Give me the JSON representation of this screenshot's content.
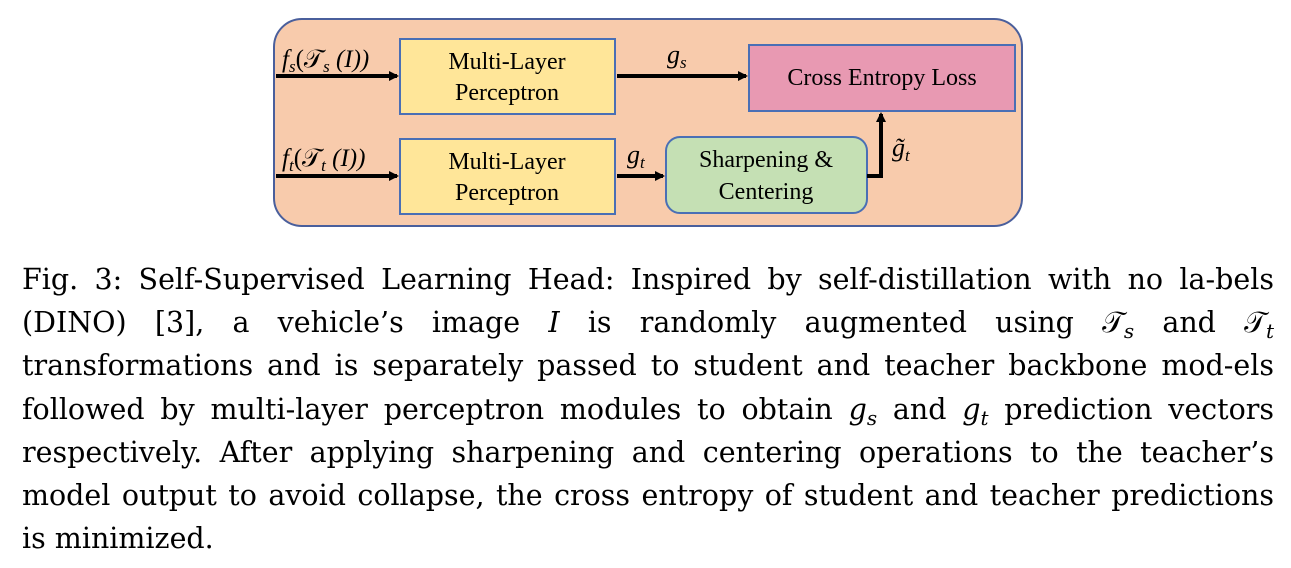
{
  "diagram": {
    "inputs": {
      "student": {
        "f": "f",
        "f_sub": "s",
        "t": "𝒯",
        "t_sub": "s",
        "arg": " (I))"
      },
      "teacher": {
        "f": "f",
        "f_sub": "t",
        "t": "𝒯",
        "t_sub": "t",
        "arg": " (I))"
      }
    },
    "mlp_student": {
      "line1": "Multi-Layer",
      "line2": "Perceptron"
    },
    "mlp_teacher": {
      "line1": "Multi-Layer",
      "line2": "Perceptron"
    },
    "sharpen": {
      "line1": "Sharpening &",
      "line2": "Centering"
    },
    "loss": {
      "label": "Cross Entropy Loss"
    },
    "edges": {
      "gs": {
        "base": "g",
        "sub": "s"
      },
      "gt": {
        "base": "g",
        "sub": "t"
      },
      "gt_tilde": {
        "base": "g̃",
        "sub": "t"
      }
    },
    "colors": {
      "container": "#f8cbac",
      "container_stroke": "#4a5f9c",
      "mlp": "#ffe699",
      "mlp_stroke": "#4a6fb5",
      "sharpen": "#c5e0b4",
      "sharpen_stroke": "#4a6fb5",
      "loss": "#e899b2",
      "loss_stroke": "#4a6fb5"
    }
  },
  "caption": {
    "fig_label": "Fig. 3:",
    "t1": " Self-Supervised Learning Head: Inspired by self-distillation with no la-bels (DINO) [3], a vehicle’s image ",
    "img_var": "I",
    "t2": " is randomly augmented using ",
    "ts_base": "𝒯",
    "ts_sub": "s",
    "t3": " and ",
    "tt_base": "𝒯",
    "tt_sub": "t",
    "t4": " transformations and is separately passed to student and teacher backbone mod-els followed by multi-layer perceptron modules to obtain ",
    "gs_base": "g",
    "gs_sub": "s",
    "t5": " and ",
    "gt_base": "g",
    "gt_sub": "t",
    "t6": " prediction vectors respectively. After applying sharpening and centering operations to the teacher’s model output to avoid collapse, the cross entropy of student and teacher predictions is minimized."
  }
}
